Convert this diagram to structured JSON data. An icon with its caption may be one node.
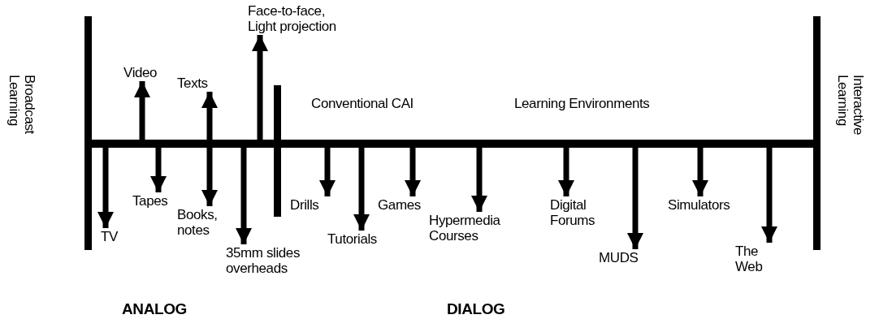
{
  "diagram": {
    "nodes": [
      {
        "text": [],
        "shape": "bar"
      },
      {
        "text": [
          "Video"
        ]
      },
      {
        "text": [
          "Texts"
        ]
      },
      {
        "text": [
          "Face-to-face, Light projection"
        ]
      },
      {
        "text": [
          "TV"
        ]
      },
      {
        "text": [
          "Tapes"
        ]
      },
      {
        "text": [
          "Books, notes"
        ]
      },
      {
        "text": [
          "35mm slides overheads"
        ]
      },
      {
        "text": [
          "Drills"
        ]
      },
      {
        "text": [
          "Tutorials"
        ]
      },
      {
        "text": [
          "Games"
        ]
      },
      {
        "text": [
          "Hypermedia Courses"
        ]
      },
      {
        "text": [
          "Digital Forums"
        ]
      },
      {
        "text": [
          "MUDS"
        ]
      },
      {
        "text": [
          "Simulators"
        ]
      },
      {
        "text": [
          "The Web"
        ]
      }
    ],
    "edges": [
      {
        "from": 0,
        "to": 1,
        "arrow": "to"
      },
      {
        "from": 0,
        "to": 2,
        "arrow": "to"
      },
      {
        "from": 0,
        "to": 3,
        "arrow": "to"
      },
      {
        "from": 0,
        "to": 4,
        "arrow": "to"
      },
      {
        "from": 0,
        "to": 5,
        "arrow": "to"
      },
      {
        "from": 0,
        "to": 6,
        "arrow": "to"
      },
      {
        "from": 0,
        "to": 7,
        "arrow": "to"
      },
      {
        "from": 0,
        "to": 8,
        "arrow": "to"
      },
      {
        "from": 0,
        "to": 9,
        "arrow": "to"
      },
      {
        "from": 0,
        "to": 10,
        "arrow": "to"
      },
      {
        "from": 0,
        "to": 11,
        "arrow": "to"
      },
      {
        "from": 0,
        "to": 12,
        "arrow": "to"
      },
      {
        "from": 0,
        "to": 13,
        "arrow": "to"
      },
      {
        "from": 0,
        "to": 14,
        "arrow": "to"
      },
      {
        "from": 0,
        "to": 15,
        "arrow": "to"
      }
    ],
    "labels": [
      "Broadcast Learning",
      "Conventional CAI",
      "Learning Environments",
      "Interactive Learning",
      "ANALOG",
      "DIALOG"
    ]
  }
}
